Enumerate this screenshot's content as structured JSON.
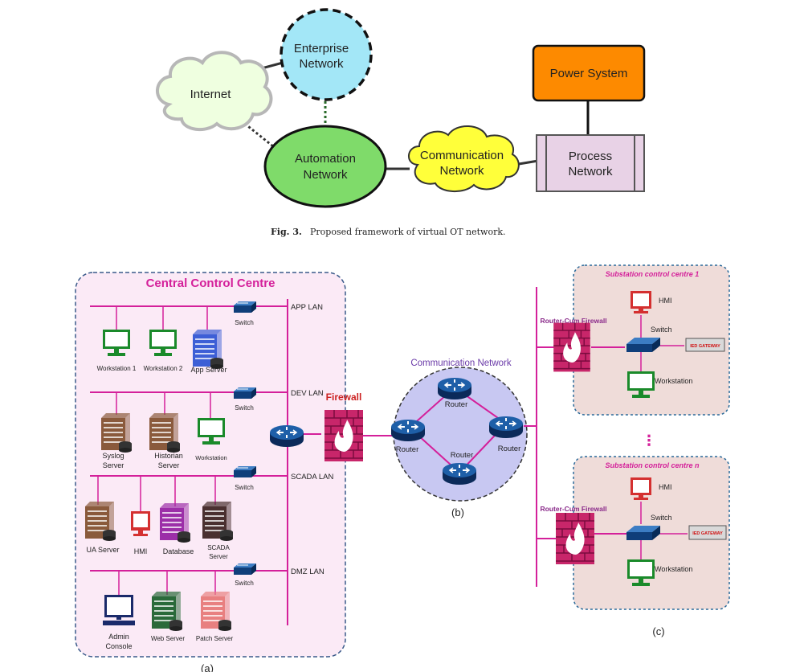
{
  "fig3": {
    "nodes": {
      "internet": "Internet",
      "enterprise": [
        "Enterprise",
        "Network"
      ],
      "automation": [
        "Automation",
        "Network"
      ],
      "communication": [
        "Communication",
        "Network"
      ],
      "process": [
        "Process",
        "Network"
      ],
      "power": "Power System"
    },
    "caption_label": "Fig. 3.",
    "caption_text": "Proposed framework of virtual OT network."
  },
  "central": {
    "title": "Central Control Centre",
    "switch_label": "Switch",
    "lans": [
      "APP LAN",
      "DEV LAN",
      "SCADA LAN",
      "DMZ LAN"
    ],
    "app_devices": [
      "Workstation 1",
      "Workstation 2",
      "App Server"
    ],
    "dev_devices": [
      [
        "Syslog",
        "Server"
      ],
      [
        "Historian",
        "Server"
      ],
      [
        "Workstation"
      ]
    ],
    "scada_devices": [
      [
        "UA Server"
      ],
      [
        "HMI"
      ],
      [
        "Database"
      ],
      [
        "SCADA",
        "Server"
      ]
    ],
    "dmz_devices": [
      [
        "Admin",
        "Console"
      ],
      [
        "Web Server"
      ],
      [
        "Patch Server"
      ]
    ],
    "firewall": "Firewall",
    "panel_label": "(a)"
  },
  "comm": {
    "title": "Communication Network",
    "router_label": "Router",
    "panel_label": "(b)"
  },
  "substations": {
    "s1": "Substation  control centre 1",
    "sn": "Substation control centre n",
    "router_fw": "Router-Cum Firewall",
    "hmi": "HMI",
    "switch": "Switch",
    "ied": "IED GATEWAY",
    "workstation": "Workstation",
    "ellipsis": "⋮",
    "panel_label": "(c)"
  },
  "colors": {
    "pink": "#d4209a",
    "internet_cloud": "#efffe0",
    "enterprise": "#a3e7f7",
    "automation": "#7fdb6a",
    "communication": "#ffff3a",
    "process": "#e8d2e6",
    "power": "#fd8a00",
    "central_bg": "#fbeaf6",
    "comm_bg": "#c8c8f2",
    "sub_bg": "#efdcd9"
  }
}
